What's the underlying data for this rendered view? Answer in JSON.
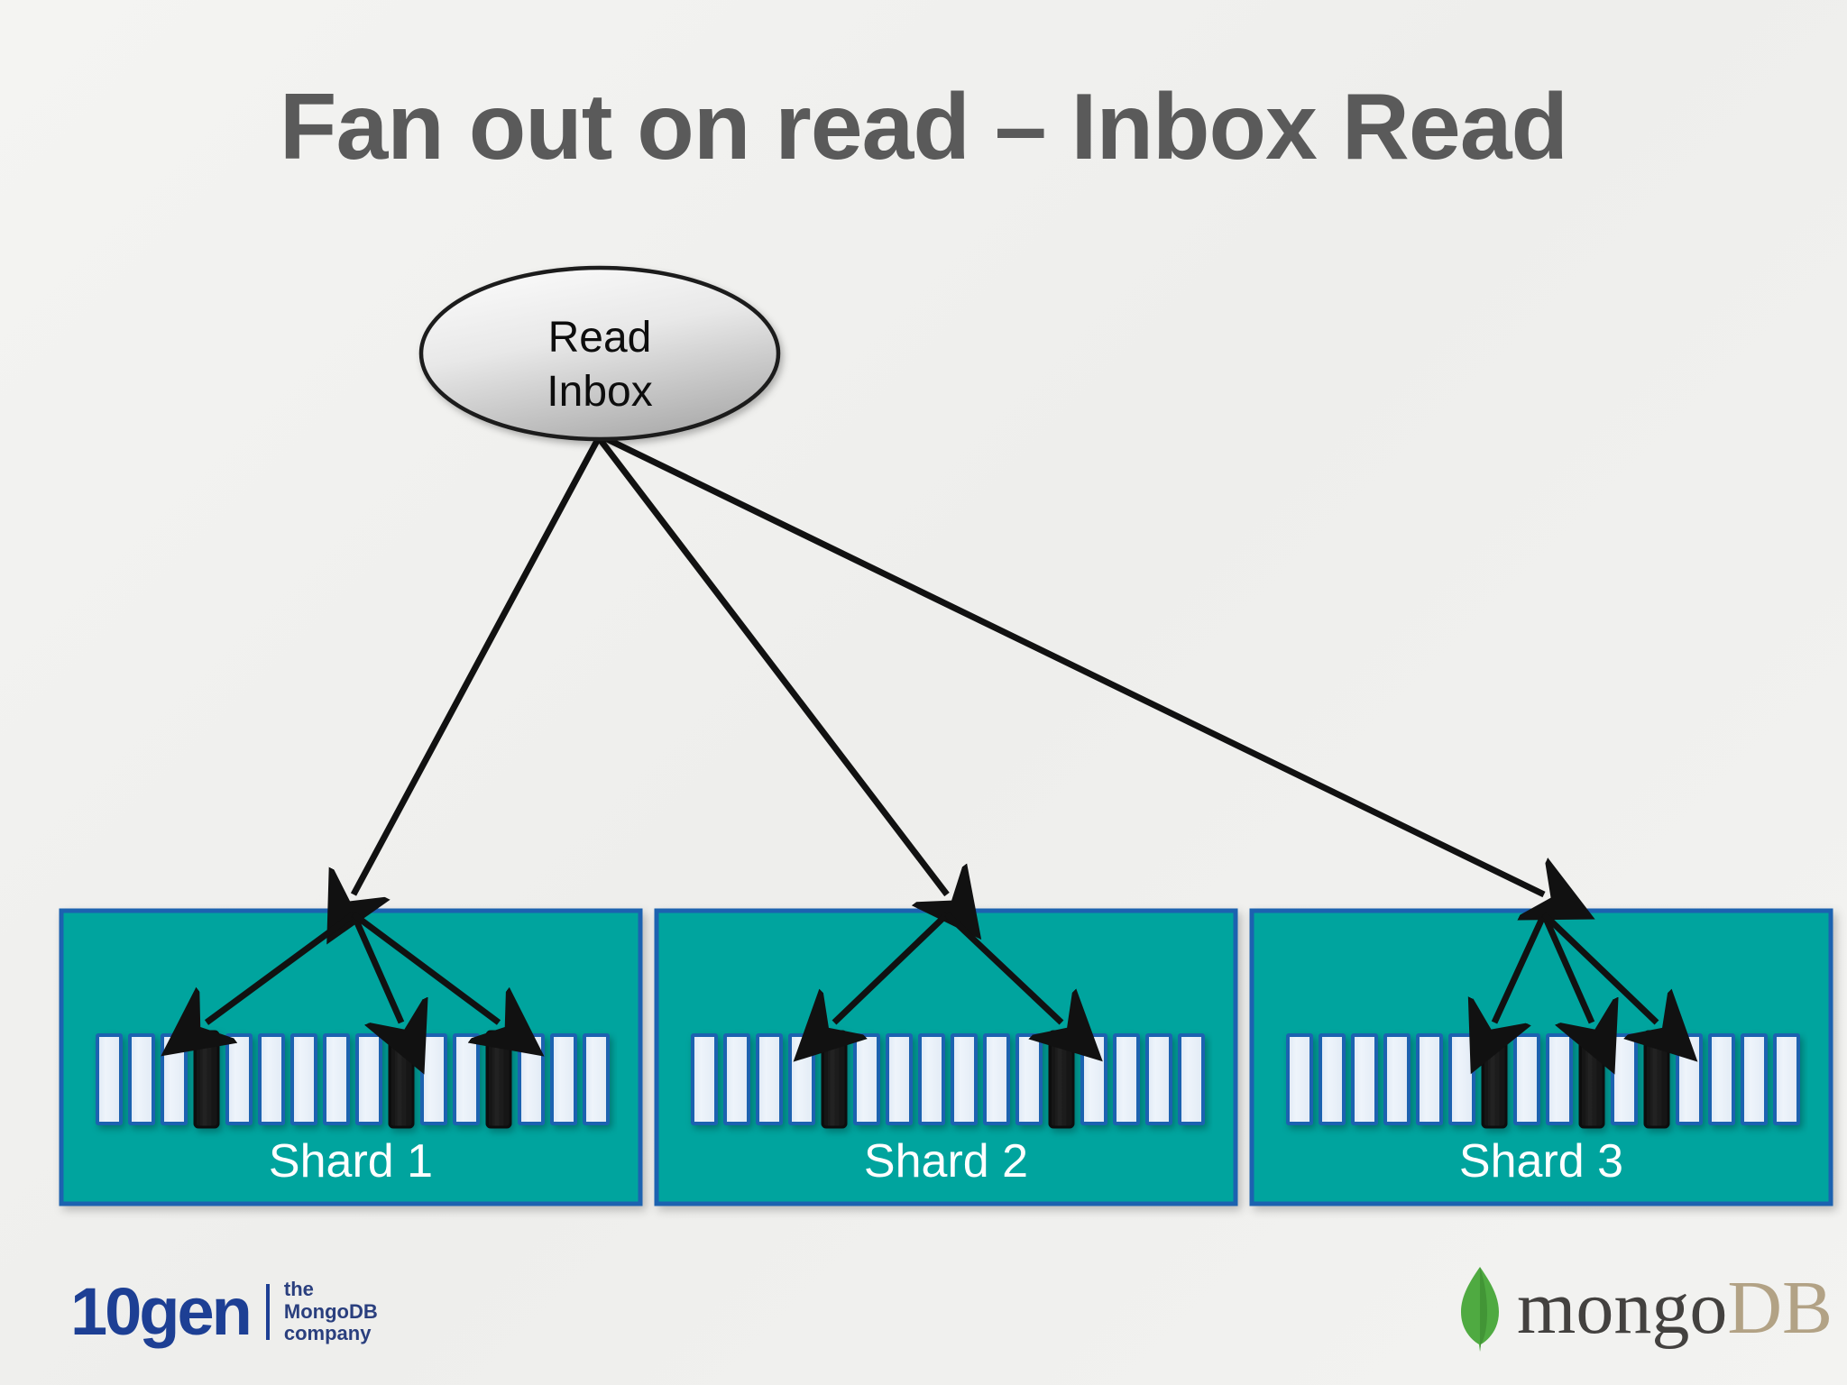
{
  "slide": {
    "title": "Fan out on read – Inbox Read",
    "background_color": "#f2f2f0",
    "title_color": "#5a5a5a"
  },
  "node": {
    "label_line1": "Read",
    "label_line2": "Inbox",
    "shape": "ellipse",
    "fill_top": "#f3f3f3",
    "fill_bottom": "#b8b8b8",
    "stroke": "#1a1a1a"
  },
  "arrows": {
    "color": "#111111",
    "count_from_node": 3,
    "count_per_shard": 3
  },
  "shards": [
    {
      "label": "Shard 1",
      "fill": "#00a49e",
      "border": "#1f62b0",
      "bar_count": 16,
      "highlighted_bars": [
        3,
        9,
        12
      ],
      "bar_fill": "#e6eef7",
      "bar_border": "#1f62b0",
      "bar_highlight_fill": "#141414"
    },
    {
      "label": "Shard 2",
      "fill": "#00a49e",
      "border": "#1f62b0",
      "bar_count": 16,
      "highlighted_bars": [
        4,
        11
      ],
      "bar_fill": "#e6eef7",
      "bar_border": "#1f62b0",
      "bar_highlight_fill": "#141414"
    },
    {
      "label": "Shard 3",
      "fill": "#00a49e",
      "border": "#1f62b0",
      "bar_count": 16,
      "highlighted_bars": [
        6,
        9,
        11
      ],
      "bar_fill": "#e6eef7",
      "bar_border": "#1f62b0",
      "bar_highlight_fill": "#141414"
    }
  ],
  "footer": {
    "tengen": {
      "word": "10gen",
      "tagline_line1": "the",
      "tagline_line2": "MongoDB",
      "tagline_line3": "company",
      "color": "#1d3f94"
    },
    "mongodb": {
      "mongo": "mongo",
      "db": "DB",
      "leaf_color": "#4faa41",
      "mongo_color": "#43413f",
      "db_color": "#b2a285"
    }
  }
}
